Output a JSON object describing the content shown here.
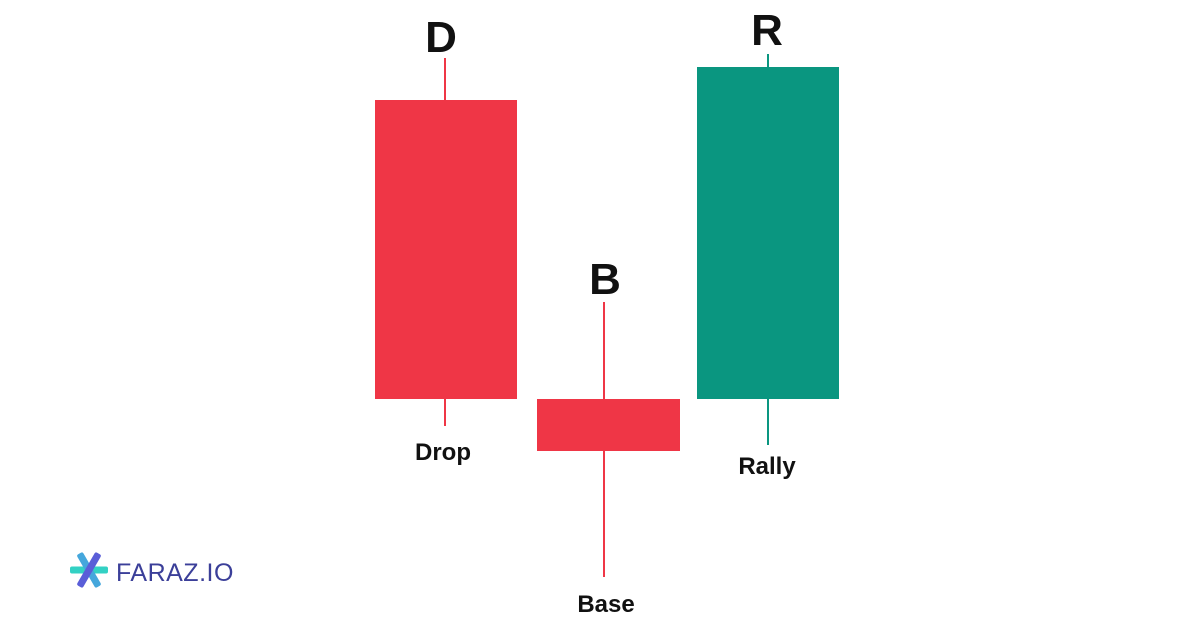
{
  "diagram": {
    "candles": [
      {
        "letter": "D",
        "caption": "Drop",
        "color": "#ef3646"
      },
      {
        "letter": "B",
        "caption": "Base",
        "color": "#ef3646"
      },
      {
        "letter": "R",
        "caption": "Rally",
        "color": "#0a9680"
      }
    ]
  },
  "brand": {
    "name": "FARAZ.IO",
    "logo_icon": "asterisk-icon",
    "colors": {
      "text": "#3b3f99",
      "accent_teal": "#33d1c4",
      "accent_purple": "#5a5ed8"
    }
  }
}
